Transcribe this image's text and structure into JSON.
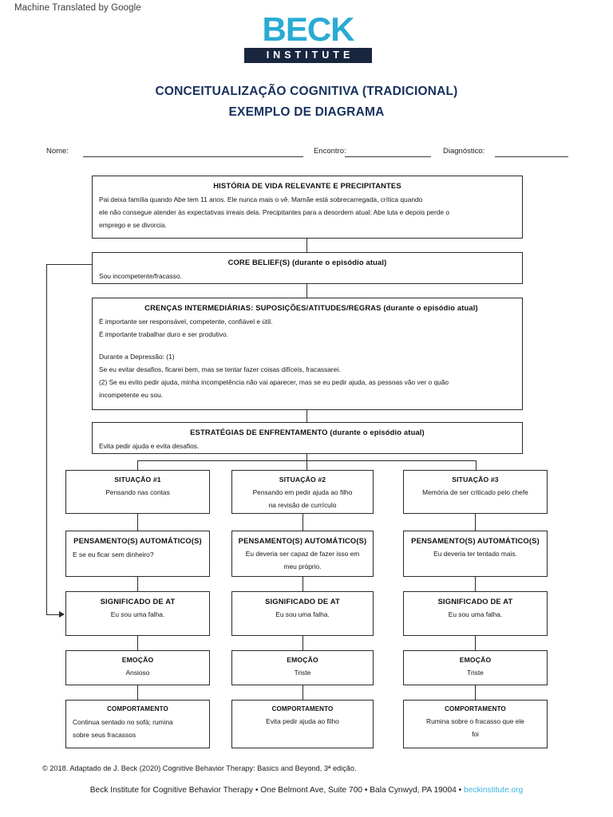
{
  "banner": {
    "text": "Machine Translated by Google"
  },
  "logo": {
    "brand": "BECK",
    "sub": "INSTITUTE",
    "brand_color": "#29ABD4",
    "bar_color": "#19263f"
  },
  "title": {
    "line1": "CONCEITUALIZAÇÃO COGNITIVA (TRADICIONAL)",
    "line2": "EXEMPLO DE DIAGRAMA",
    "color": "#17305e"
  },
  "fields": [
    {
      "label": "Nome:"
    },
    {
      "label": "Encontro:"
    },
    {
      "label": "Diagnóstico:"
    }
  ],
  "diagram": {
    "history": {
      "heading": "HISTÓRIA DE VIDA RELEVANTE E PRECIPITANTES",
      "lines": [
        "Pai deixa família quando Abe tem 11 anos. Ele nunca mais o vê. Mamãe está sobrecarregada, crítica quando",
        "ele não consegue atender às expectativas irreais dela. Precipitantes para a desordem atual: Abe luta e depois perde o",
        "emprego e se divorcia."
      ]
    },
    "core_belief": {
      "heading": "CORE BELIEF(S) (durante o episódio atual)",
      "lines": [
        "Sou incompetente/fracasso."
      ]
    },
    "intermediate": {
      "heading": "CRENÇAS INTERMEDIÁRIAS: SUPOSIÇÕES/ATITUDES/REGRAS (durante o episódio atual)",
      "lines": [
        "É importante ser responsável, competente, confiável e útil.",
        "É importante trabalhar duro e ser produtivo.",
        "",
        "Durante a Depressão: (1)",
        "Se eu evitar desafios, ficarei bem, mas se tentar fazer coisas difíceis, fracassarei.",
        "(2) Se eu evito pedir ajuda, minha incompetência não vai aparecer, mas se eu pedir ajuda, as pessoas vão ver o quão",
        "incompetente eu sou."
      ]
    },
    "coping": {
      "heading": "ESTRATÉGIAS DE ENFRENTAMENTO (durante o episódio atual)",
      "lines": [
        "Evita pedir ajuda e evita desafios."
      ]
    },
    "columns": [
      {
        "situation": {
          "heading": "SITUAÇÃO #1",
          "lines": [
            "Pensando nas contas"
          ]
        },
        "thought": {
          "heading": "PENSAMENTO(S) AUTOMÁTICO(S)",
          "lines": [
            "E se eu ficar sem dinheiro?"
          ]
        },
        "meaning": {
          "heading": "SIGNIFICADO DE AT",
          "lines": [
            "Eu sou uma falha."
          ]
        },
        "emotion": {
          "heading": "EMOÇÃO",
          "lines": [
            "Ansioso"
          ]
        },
        "behavior": {
          "heading": "COMPORTAMENTO",
          "lines": [
            "Continua sentado no sofá; rumina",
            "sobre seus fracassos"
          ]
        }
      },
      {
        "situation": {
          "heading": "SITUAÇÃO #2",
          "lines": [
            "Pensando em pedir ajuda ao filho",
            "na revisão de currículo"
          ]
        },
        "thought": {
          "heading": "PENSAMENTO(S) AUTOMÁTICO(S)",
          "lines": [
            "Eu deveria ser capaz de fazer isso em",
            "meu próprio."
          ]
        },
        "meaning": {
          "heading": "SIGNIFICADO DE AT",
          "lines": [
            "Eu sou uma falha."
          ]
        },
        "emotion": {
          "heading": "EMOÇÃO",
          "lines": [
            "Triste"
          ]
        },
        "behavior": {
          "heading": "COMPORTAMENTO",
          "lines": [
            "Evita pedir ajuda ao filho"
          ]
        }
      },
      {
        "situation": {
          "heading": "SITUAÇÃO #3",
          "lines": [
            "Memória de ser criticado pelo chefe"
          ]
        },
        "thought": {
          "heading": "PENSAMENTO(S) AUTOMÁTICO(S)",
          "lines": [
            "Eu deveria ter tentado mais."
          ]
        },
        "meaning": {
          "heading": "SIGNIFICADO DE AT",
          "lines": [
            "Eu sou uma falha."
          ]
        },
        "emotion": {
          "heading": "EMOÇÃO",
          "lines": [
            "Triste"
          ]
        },
        "behavior": {
          "heading": "COMPORTAMENTO",
          "lines": [
            "Rumina sobre o fracasso que ele",
            "foi"
          ]
        }
      }
    ]
  },
  "footer": {
    "copyright": "© 2018. Adaptado de J. Beck (2020) Cognitive Behavior Therapy: Basics and Beyond, 3ª edição.",
    "org": "Beck Institute for Cognitive Behavior Therapy • One Belmont Ave, Suite 700 • Bala Cynwyd, PA 19004 • ",
    "url": "beckinstitute.org",
    "url_color": "#3fb3dd"
  }
}
